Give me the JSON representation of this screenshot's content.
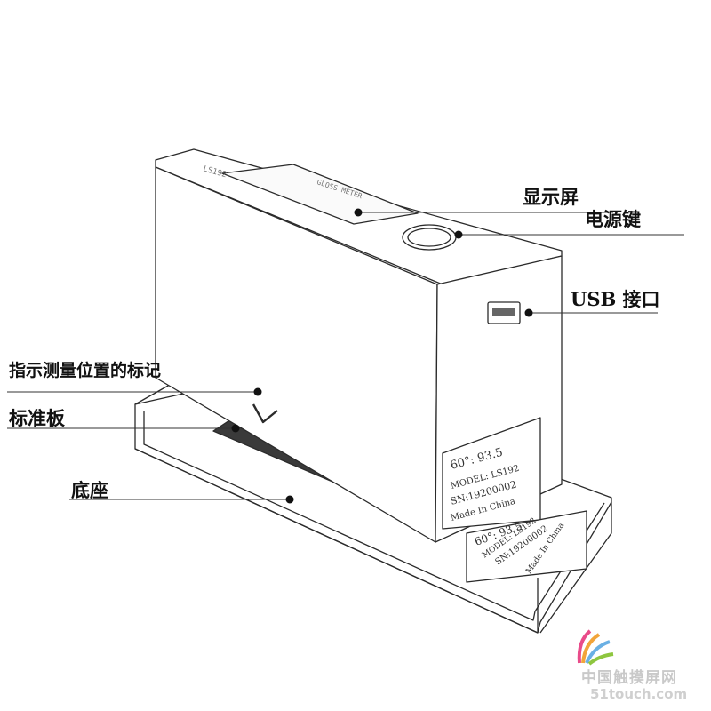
{
  "labels": {
    "display": "显示屏",
    "power": "电源键",
    "usb": "USB 接口",
    "measure_mark": "指示测量位置的标记",
    "standard_plate": "标准板",
    "base": "底座"
  },
  "device": {
    "top_brand": "LS192",
    "top_model_text": "GLOSS METER",
    "front_label": {
      "reading": "60°: 93.5",
      "model": "MODEL: LS192",
      "sn": "SN:19200002",
      "origin": "Made In China"
    },
    "base_label": {
      "reading": "60°: 93.5",
      "model": "MODEL: LS192",
      "sn": "SN:19200002",
      "origin": "Made In China"
    }
  },
  "watermark": {
    "site_name": "中国触摸屏网",
    "url": "51touch.com"
  },
  "colors": {
    "line": "#2b2b2b",
    "text": "#111111",
    "standard_plate": "#3a3a3a"
  }
}
